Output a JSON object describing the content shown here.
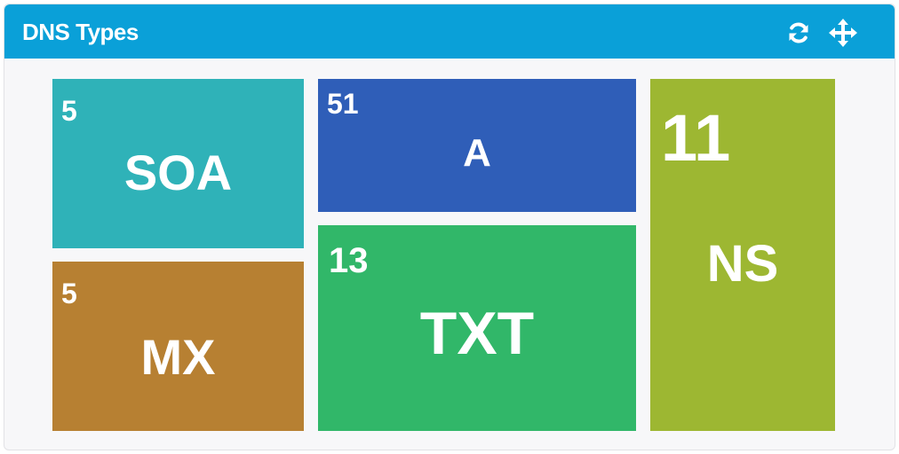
{
  "widget": {
    "title": "DNS Types",
    "header_color": "#0aa0d8",
    "actions": [
      {
        "name": "refresh",
        "icon": "refresh-icon"
      },
      {
        "name": "move",
        "icon": "move-icon"
      }
    ]
  },
  "chart_data": {
    "type": "treemap",
    "items": [
      {
        "label": "SOA",
        "value": 5,
        "color": "#2fb2b8"
      },
      {
        "label": "MX",
        "value": 5,
        "color": "#b78032"
      },
      {
        "label": "A",
        "value": 51,
        "color": "#2f5eb8"
      },
      {
        "label": "TXT",
        "value": 13,
        "color": "#31b769"
      },
      {
        "label": "NS",
        "value": 11,
        "color": "#9db732"
      }
    ]
  }
}
